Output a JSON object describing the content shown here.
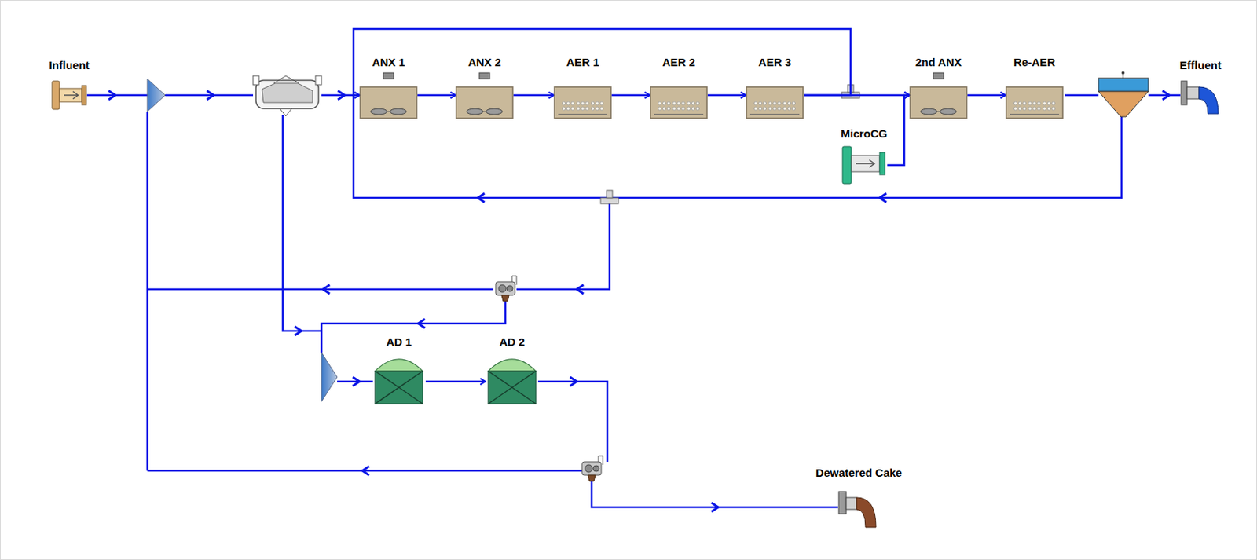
{
  "diagram": {
    "nodes": [
      {
        "text": [
          "Influent"
        ]
      },
      {
        "text": [
          "ANX 1"
        ]
      },
      {
        "text": [
          "ANX 2"
        ]
      },
      {
        "text": [
          "AER 1"
        ]
      },
      {
        "text": [
          "AER 2"
        ]
      },
      {
        "text": [
          "AER 3"
        ]
      },
      {
        "text": [
          "2nd ANX"
        ]
      },
      {
        "text": [
          "Re-AER"
        ]
      },
      {
        "text": [
          "Effluent"
        ]
      },
      {
        "text": [
          "MicroCG"
        ]
      },
      {
        "text": [
          "AD 1"
        ]
      },
      {
        "text": [
          "AD 2"
        ]
      },
      {
        "text": [
          "Dewatered Cake"
        ]
      }
    ],
    "edges": [
      {
        "from": 1,
        "to": 2,
        "arrow": "to"
      },
      {
        "from": 2,
        "to": 3,
        "arrow": "to"
      },
      {
        "from": 3,
        "to": 4,
        "arrow": "to"
      },
      {
        "from": 4,
        "to": 5,
        "arrow": "to"
      },
      {
        "from": 5,
        "to": 6,
        "arrow": "to"
      },
      {
        "from": 9,
        "to": 6,
        "arrow": "to"
      },
      {
        "from": 6,
        "to": 7,
        "arrow": "to"
      },
      {
        "from": 10,
        "to": 11,
        "arrow": "to"
      },
      {
        "from": 5,
        "to": 1,
        "arrow": "to"
      }
    ]
  }
}
